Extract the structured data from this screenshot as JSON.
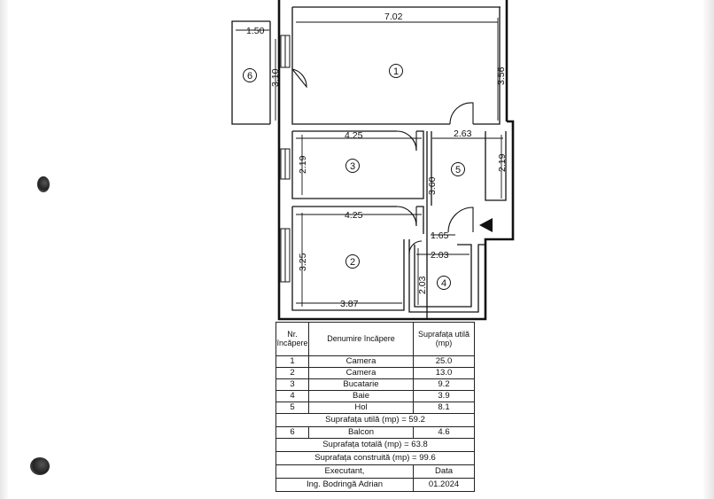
{
  "plan": {
    "dimensions": {
      "room1_width": "7.02",
      "room1_height": "3.56",
      "balcony_width": "1.50",
      "balcony_height": "3.10",
      "kitchen_width": "4.25",
      "kitchen_height": "2.19",
      "hall_width": "2.63",
      "hall_height": "2.19",
      "hall_length": "3.60",
      "room2_top_width": "4.25",
      "room2_bottom_width": "3.87",
      "room2_height": "3.25",
      "hall_entry": "1.65",
      "bath_width": "2.03",
      "bath_height": "2.03"
    },
    "room_numbers": [
      "1",
      "2",
      "3",
      "4",
      "5",
      "6"
    ]
  },
  "legend": {
    "header": {
      "col1": "Nr. încăpere",
      "col2": "Denumire încăpere",
      "col3": "Suprafața utilă (mp)"
    },
    "rows": [
      {
        "nr": "1",
        "name": "Camera",
        "area": "25.0"
      },
      {
        "nr": "2",
        "name": "Camera",
        "area": "13.0"
      },
      {
        "nr": "3",
        "name": "Bucatarie",
        "area": "9.2"
      },
      {
        "nr": "4",
        "name": "Baie",
        "area": "3.9"
      },
      {
        "nr": "5",
        "name": "Hol",
        "area": "8.1"
      }
    ],
    "useful_total": "Suprafața utilă (mp) = 59.2",
    "balcony_row": {
      "nr": "6",
      "name": "Balcon",
      "area": "4.6"
    },
    "total_area": "Suprafața totală (mp) = 63.8",
    "built_area": "Suprafața construită (mp) = 99.6",
    "executant_label": "Executant,",
    "date_label": "Data",
    "executant_name": "Ing. Bodringă Adrian",
    "date_value": "01.2024"
  }
}
